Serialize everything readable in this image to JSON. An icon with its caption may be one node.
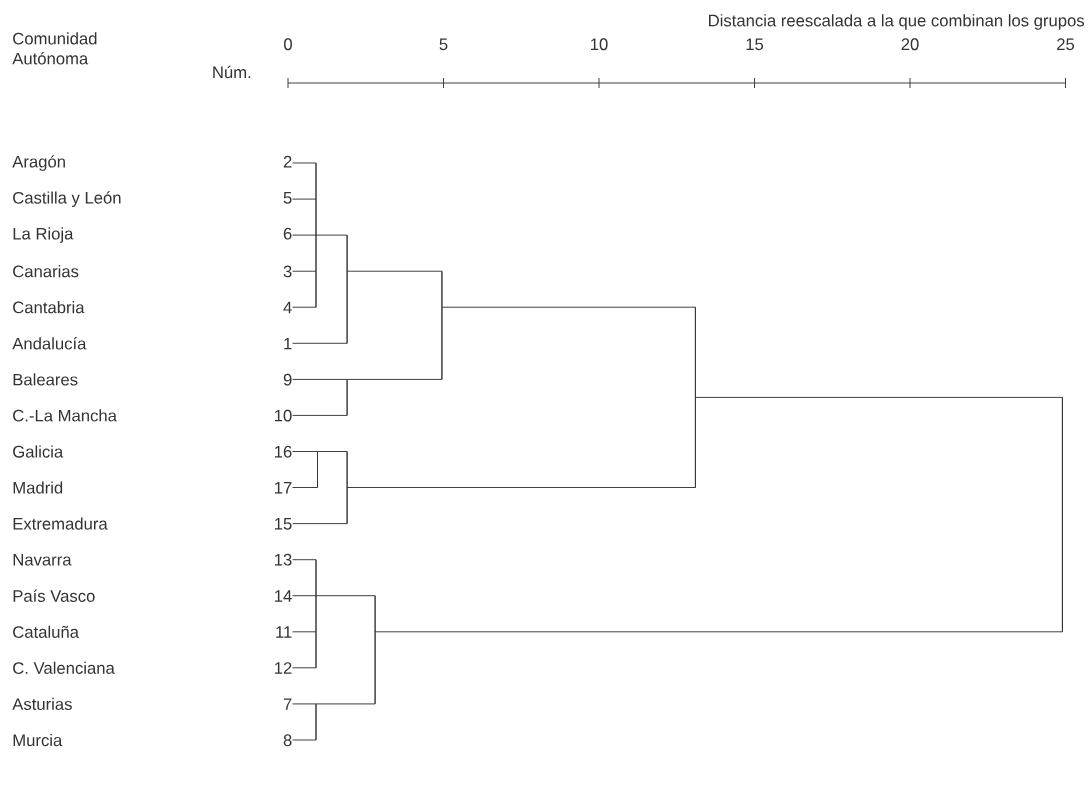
{
  "diagram": {
    "title": "Distancia reescalada a la que combinan los grupos",
    "nodes": [
      {
        "text": [
          "Aragón",
          "2"
        ]
      },
      {
        "text": [
          "Castilla y León",
          "5"
        ]
      },
      {
        "text": [
          "La Rioja",
          "6"
        ]
      },
      {
        "text": [
          "Canarias",
          "3"
        ]
      },
      {
        "text": [
          "Cantabria",
          "4"
        ]
      },
      {
        "text": [
          "Andalucía",
          "1"
        ]
      },
      {
        "text": [
          "Baleares",
          "9"
        ]
      },
      {
        "text": [
          "C.-La Mancha",
          "10"
        ]
      },
      {
        "text": [
          "Galicia",
          "16"
        ]
      },
      {
        "text": [
          "Madrid",
          "17"
        ]
      },
      {
        "text": [
          "Extremadura",
          "15"
        ]
      },
      {
        "text": [
          "Navarra",
          "13"
        ]
      },
      {
        "text": [
          "País Vasco",
          "14"
        ]
      },
      {
        "text": [
          "Cataluña",
          "11"
        ]
      },
      {
        "text": [
          "C. Valenciana",
          "12"
        ]
      },
      {
        "text": [
          "Asturias",
          "7"
        ]
      },
      {
        "text": [
          "Murcia",
          "8"
        ]
      },
      {
        "text": [],
        "shape": "bar"
      },
      {
        "text": [],
        "shape": "bar"
      },
      {
        "text": [],
        "shape": "bar"
      },
      {
        "text": [],
        "shape": "bar"
      },
      {
        "text": [],
        "shape": "bar"
      },
      {
        "text": [],
        "shape": "bar"
      },
      {
        "text": [],
        "shape": "bar"
      },
      {
        "text": [],
        "shape": "bar"
      },
      {
        "text": [],
        "shape": "bar"
      },
      {
        "text": [],
        "shape": "bar"
      },
      {
        "text": [],
        "shape": "bar"
      }
    ],
    "edges": [
      {
        "from": 0,
        "to": 17,
        "arrow": "none"
      },
      {
        "from": 1,
        "to": 17,
        "arrow": "none"
      },
      {
        "from": 2,
        "to": 17,
        "arrow": "none"
      },
      {
        "from": 3,
        "to": 17,
        "arrow": "none"
      },
      {
        "from": 4,
        "to": 17,
        "arrow": "none"
      },
      {
        "from": 17,
        "to": 18,
        "arrow": "none"
      },
      {
        "from": 5,
        "to": 18,
        "arrow": "none"
      },
      {
        "from": 6,
        "to": 19,
        "arrow": "none"
      },
      {
        "from": 7,
        "to": 19,
        "arrow": "none"
      },
      {
        "from": 18,
        "to": 20,
        "arrow": "none"
      },
      {
        "from": 19,
        "to": 20,
        "arrow": "none"
      },
      {
        "from": 8,
        "to": 21,
        "arrow": "none"
      },
      {
        "from": 9,
        "to": 21,
        "arrow": "none"
      },
      {
        "from": 21,
        "to": 22,
        "arrow": "none"
      },
      {
        "from": 10,
        "to": 22,
        "arrow": "none"
      },
      {
        "from": 20,
        "to": 23,
        "arrow": "none"
      },
      {
        "from": 22,
        "to": 23,
        "arrow": "none"
      },
      {
        "from": 11,
        "to": 24,
        "arrow": "none"
      },
      {
        "from": 12,
        "to": 24,
        "arrow": "none"
      },
      {
        "from": 13,
        "to": 24,
        "arrow": "none"
      },
      {
        "from": 14,
        "to": 24,
        "arrow": "none"
      },
      {
        "from": 15,
        "to": 25,
        "arrow": "none"
      },
      {
        "from": 16,
        "to": 25,
        "arrow": "none"
      },
      {
        "from": 24,
        "to": 26,
        "arrow": "none"
      },
      {
        "from": 25,
        "to": 26,
        "arrow": "none"
      },
      {
        "from": 23,
        "to": 27,
        "arrow": "none"
      },
      {
        "from": 26,
        "to": 27,
        "arrow": "none"
      }
    ],
    "labels": [
      "Comunidad Autónoma",
      "Núm.",
      "0",
      "5",
      "10",
      "15",
      "20",
      "25"
    ]
  }
}
